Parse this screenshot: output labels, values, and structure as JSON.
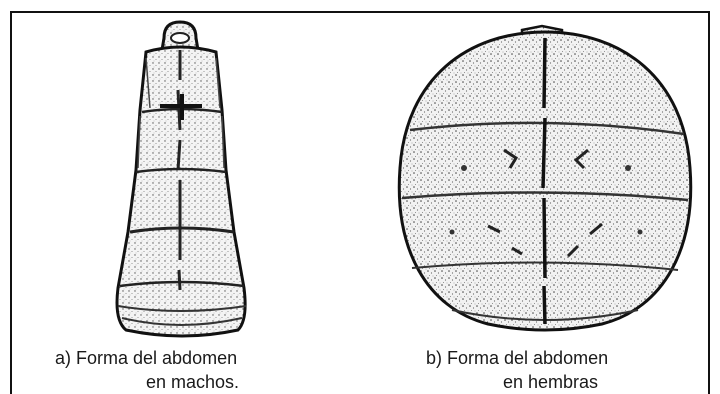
{
  "figures": [
    {
      "id": "a",
      "icon": "male-abdomen-drawing",
      "caption_line1": "a) Forma del abdomen",
      "caption_line2": "en machos."
    },
    {
      "id": "b",
      "icon": "female-abdomen-drawing",
      "caption_line1": "b) Forma del abdomen",
      "caption_line2": "en hembras"
    }
  ]
}
